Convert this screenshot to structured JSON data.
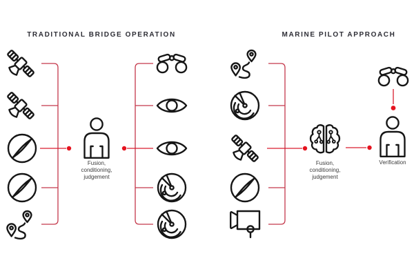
{
  "left_panel": {
    "title": "TRADITIONAL BRIDGE OPERATION",
    "inputs": [
      "satellite",
      "satellite",
      "compass",
      "compass",
      "route"
    ],
    "processor_icon": "person",
    "processor_label_lines": [
      "Fusion,",
      "conditioning,",
      "judgement"
    ],
    "outputs": [
      "binoculars",
      "eye",
      "eye",
      "radar",
      "radar"
    ]
  },
  "right_panel": {
    "title": "MARINE PILOT APPROACH",
    "inputs": [
      "route",
      "radar",
      "satellite",
      "compass",
      "camera"
    ],
    "processor_icon": "brain",
    "processor_label_lines": [
      "Fusion,",
      "conditioning,",
      "judgement"
    ],
    "verifier": {
      "label": "Verification",
      "icon": "person",
      "aid_icon": "binoculars"
    }
  },
  "colors": {
    "background": "#ffffff",
    "icon_stroke": "#161616",
    "title_text": "#2e2e36",
    "label_text": "#3b3b3b",
    "connector_line": "#c4374a",
    "connector_line_bright": "#d91c2e",
    "connector_dot": "#e5131f"
  }
}
